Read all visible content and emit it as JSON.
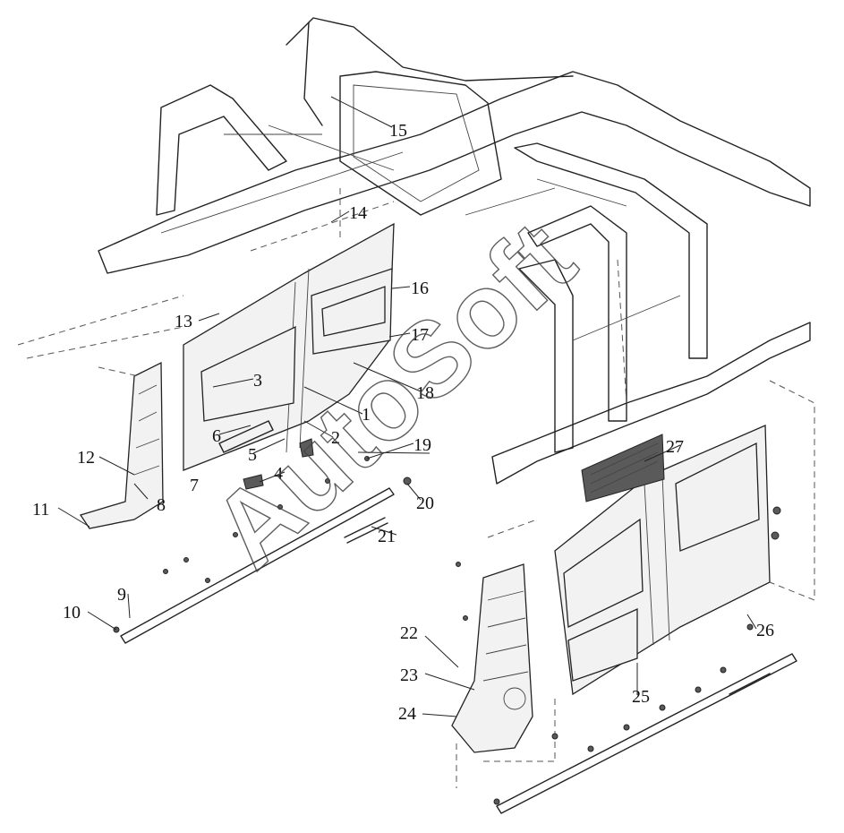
{
  "watermark": "AutoSoft",
  "callouts": [
    "1",
    "2",
    "3",
    "4",
    "5",
    "6",
    "7",
    "8",
    "9",
    "10",
    "11",
    "12",
    "13",
    "14",
    "15",
    "16",
    "17",
    "18",
    "19",
    "20",
    "21",
    "22",
    "23",
    "24",
    "25",
    "26",
    "27"
  ]
}
